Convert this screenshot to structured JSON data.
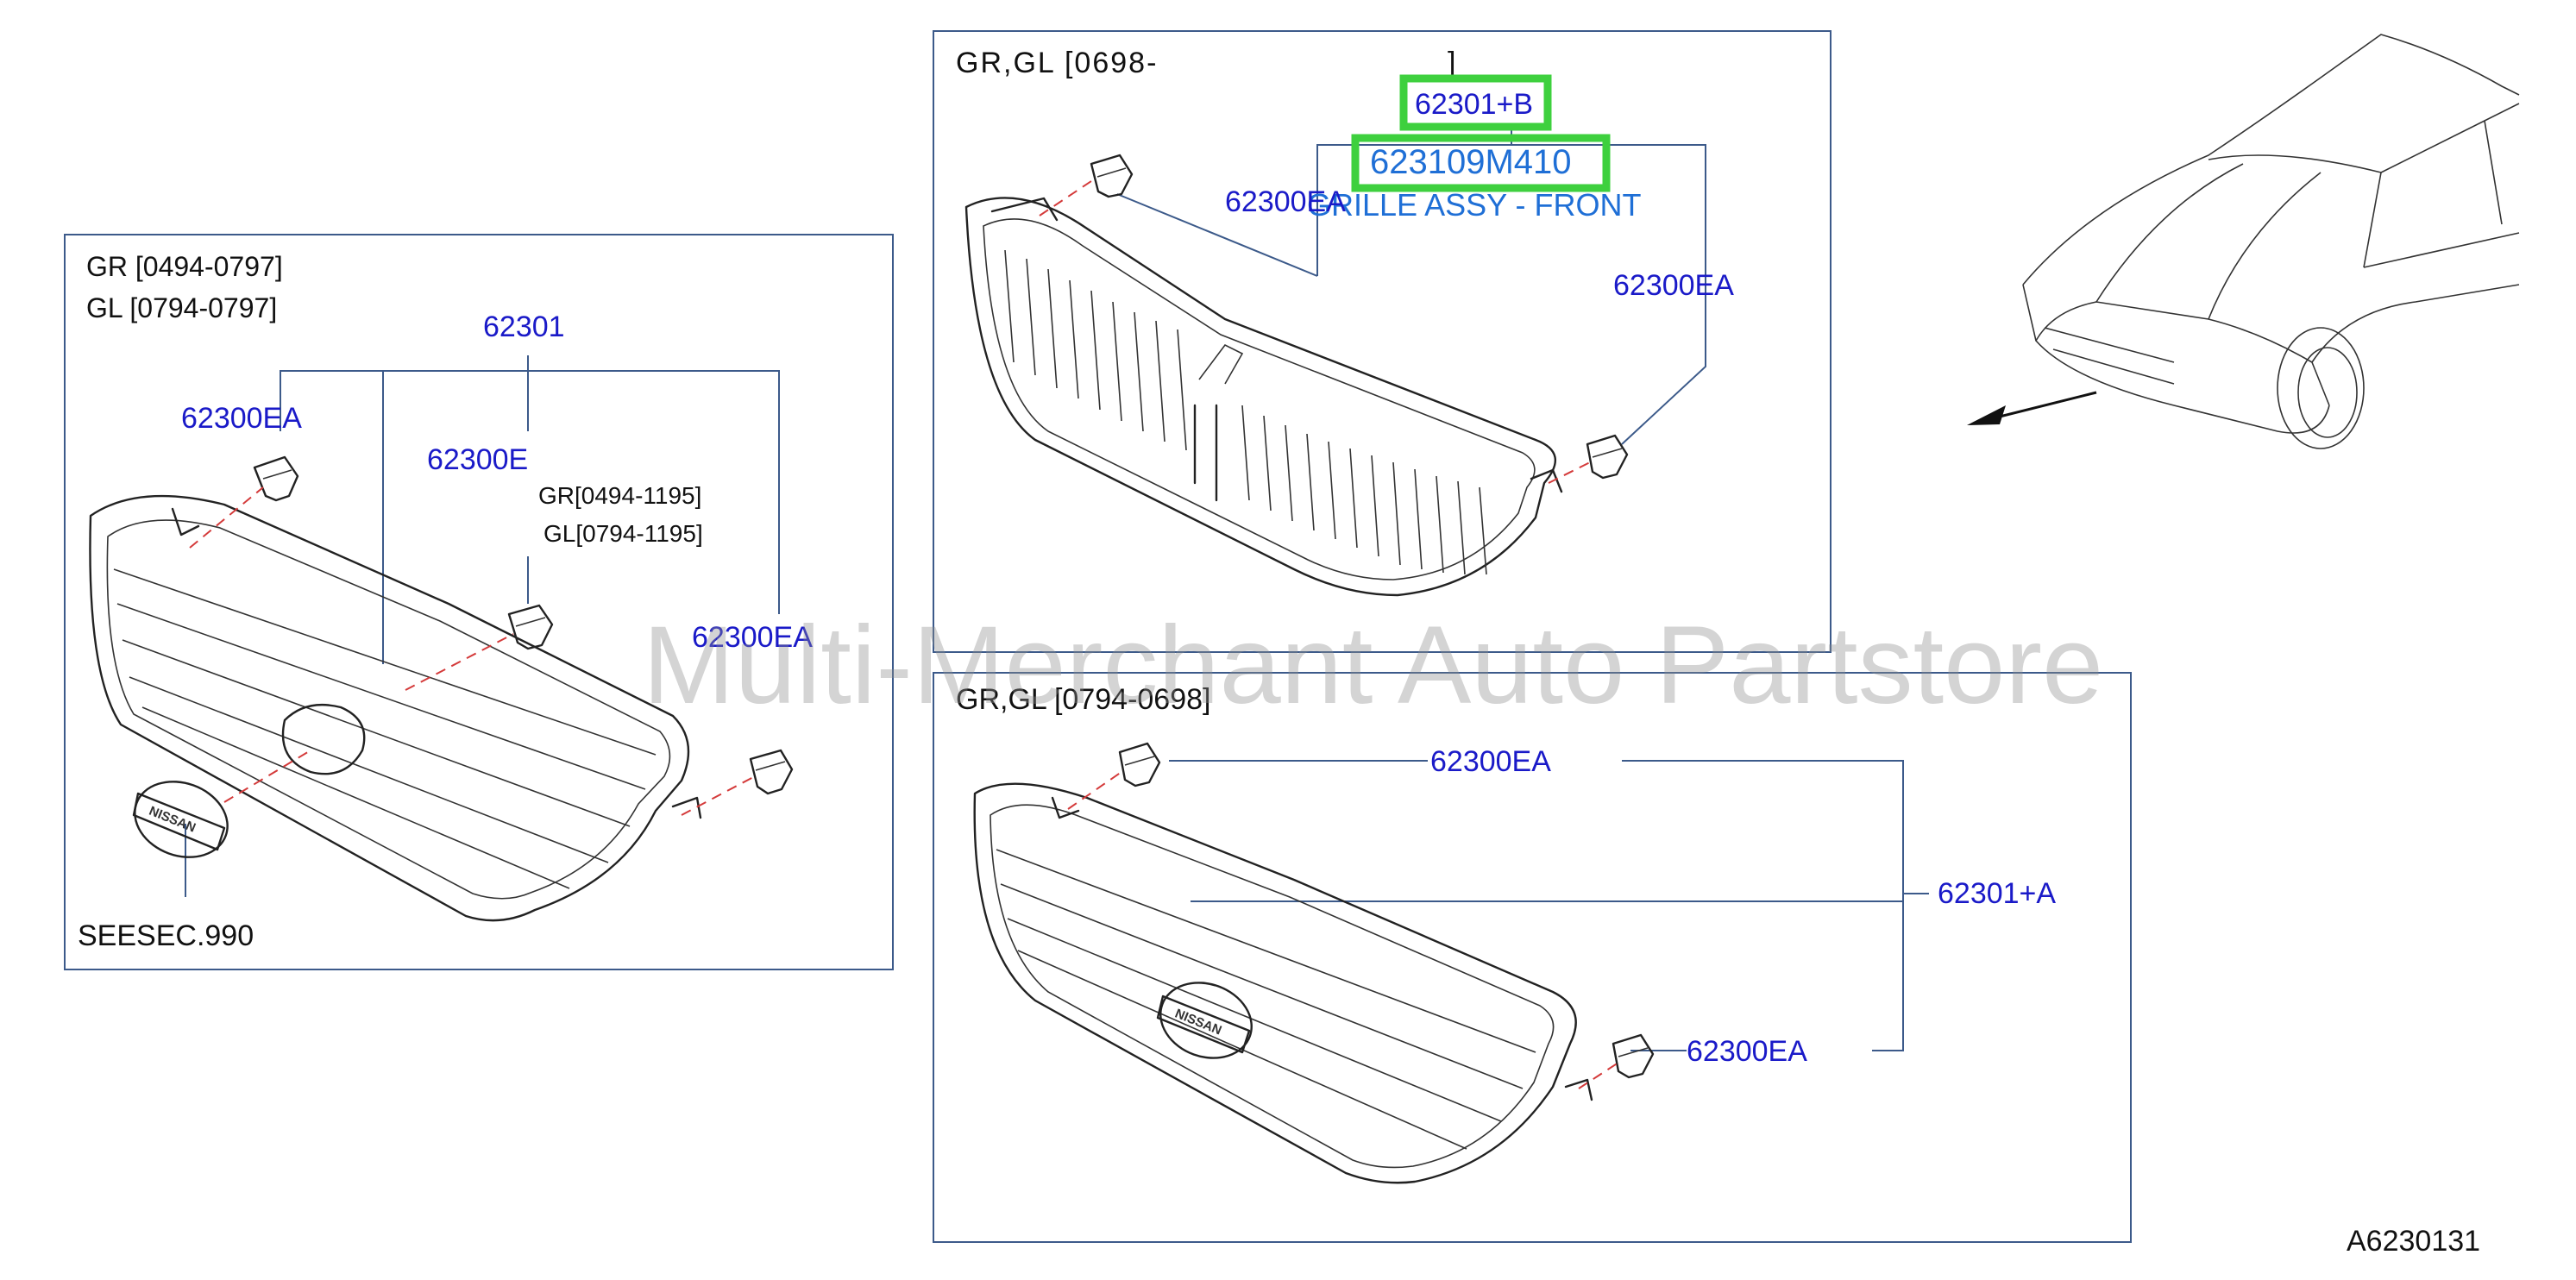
{
  "watermark": "Multi-Merchant Auto Partstore",
  "figure_id": "A6230131",
  "colors": {
    "label": "#1a1ac8",
    "highlight": "#3ed03e",
    "frame": "#3c5a8a",
    "dash": "#d43a3a"
  },
  "panel_left": {
    "variant_lines": [
      "GR  [0494-0797]",
      "GL  [0794-0797]"
    ],
    "main_part": "62301",
    "clip_label_left": "62300EA",
    "clip_label_center": "62300E",
    "clip_center_notes": [
      "GR[0494-1195]",
      "GL[0794-1195]"
    ],
    "clip_label_right": "62300EA",
    "emblem_ref": "SEESEC.990"
  },
  "panel_top": {
    "variant_line": "GR,GL  [0698-",
    "bracket_close": "]",
    "assembly_ref": "62301+B",
    "part_number": "623109M410",
    "part_description": "GRILLE ASSY - FRONT",
    "clip_label_left": "62300EA",
    "clip_label_right": "62300EA"
  },
  "panel_bottom": {
    "variant_line": "GR,GL  [0794-0698]",
    "clip_label_top": "62300EA",
    "assembly_ref": "62301+A",
    "clip_label_bottom": "62300EA"
  }
}
